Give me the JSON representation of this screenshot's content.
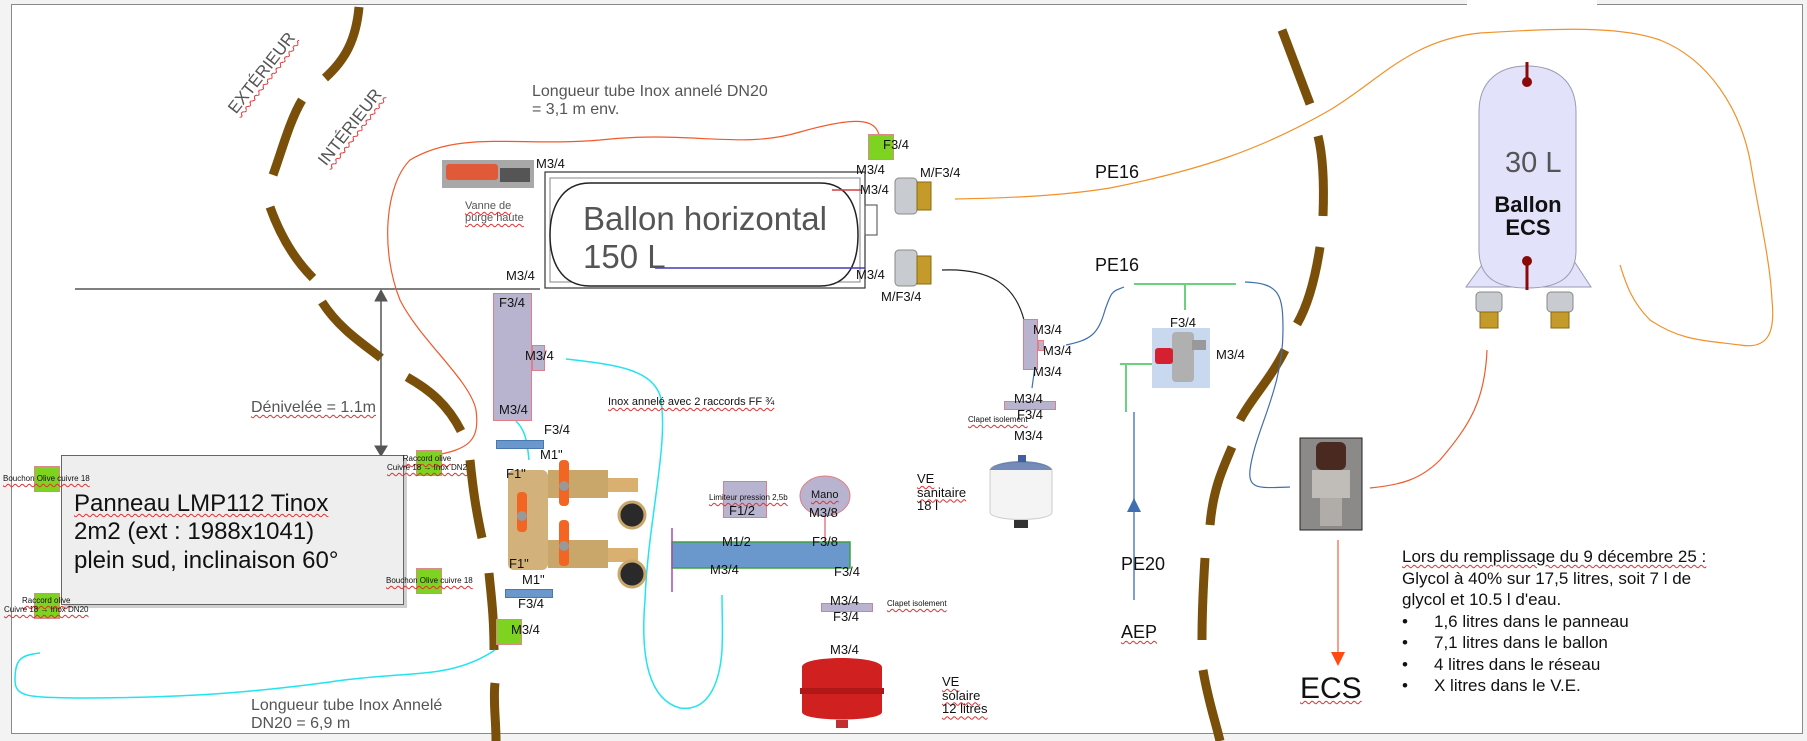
{
  "zones": {
    "exterior": "EXTÉRIEUR",
    "interior": "INTÉRIEUR"
  },
  "annotations": {
    "tube_top_line1": "Longueur tube Inox annelé DN20",
    "tube_top_line2": "= 3,1 m env.",
    "tube_bottom_line1": "Longueur tube Inox Annelé",
    "tube_bottom_line2": "DN20  = 6,9 m",
    "denivelee": "Dénivelée = 1.1m",
    "inox_raccords": "Inox annelé avec 2 raccords FF ¾",
    "vanne_line1": "Vanne de",
    "vanne_line2": "purge haute"
  },
  "panel": {
    "line1": "Panneau LMP112 Tinox",
    "line2": "2m2 (ext : 1988x1041)",
    "line3": "plein sud, inclinaison 60°",
    "bouchon_left": "Bouchon Olive cuivre 18",
    "raccord_left_line1": "Raccord olive",
    "raccord_left_line2": "Cuivre 18 → Inox DN20",
    "raccord_right_line1": "Raccord olive",
    "raccord_right_line2": "Cuivre 18 → Inox DN2",
    "bouchon_right": "Bouchon Olive cuivre 18"
  },
  "ballon_horizontal": {
    "line1": "Ballon horizontal",
    "line2": "150 L",
    "f34_top": "F3/4",
    "m34_topleft": "M3/4",
    "m34_right1": "M3/4",
    "m34_right2": "M3/4",
    "m34_bottomleft": "M3/4",
    "m34_bottomright": "M3/4",
    "mf34_top": "M/F3/4",
    "mf34_bottom": "M/F3/4"
  },
  "pipes": {
    "pe16_top": "PE16",
    "pe16_bottom": "PE16",
    "pe20": "PE20",
    "aep": "AEP",
    "ecs": "ECS"
  },
  "fittings": {
    "purge_f34": "F3/4",
    "purge_m34_side": "M3/4",
    "purge_m34_bottom": "M3/4",
    "manifold_f34": "F3/4",
    "manifold_m1_top": "M1\"",
    "manifold_f1_top": "F1\"",
    "manifold_f1_bottom": "F1\"",
    "manifold_m1_bottom": "M1\"",
    "manifold_f34_bottom": "F3/4",
    "manifold_m34_green": "M3/4",
    "limiteur_label": "Limiteur pression 2,5b",
    "limiteur_f12": "F1/2",
    "mano_label": "Mano",
    "mano_m38": "M3/8",
    "bar_m12": "M1/2",
    "bar_f38": "F3/8",
    "bar_m34": "M3/4",
    "bar_f34": "F3/4",
    "clapet_solaire_m34": "M3/4",
    "clapet_solaire_f34": "F3/4",
    "clapet_solaire_label": "Clapet isolement",
    "ve_solaire_m34": "M3/4",
    "ve_solaire_line1": "VE",
    "ve_solaire_line2": "solaire",
    "ve_solaire_line3": "12 litres",
    "ve_sanitaire_line1": "VE",
    "ve_sanitaire_line2": "sanitaire",
    "ve_sanitaire_line3": "18 l",
    "tee_m34_a": "M3/4",
    "tee_m34_b": "M3/4",
    "tee_m34_c": "M3/4",
    "clapet_san_m34": "M3/4",
    "clapet_san_f34": "F3/4",
    "clapet_san_label": "Clapet isolement",
    "ve_san_m34": "M3/4",
    "groupe_secu_f34": "F3/4",
    "groupe_secu_m34": "M3/4"
  },
  "ballon_ecs": {
    "volume": "30 L",
    "line1": "Ballon",
    "line2": "ECS"
  },
  "notes": {
    "line1": "Lors du remplissage du 9 décembre 25 :",
    "line2": "Glycol à 40% sur 17,5 litres, soit 7 l de",
    "line3": "glycol et 10.5 l d'eau.",
    "items": [
      "1,6 litres dans le panneau",
      "7,1 litres dans le ballon",
      "4 litres dans le réseau",
      "X litres dans le V.E."
    ]
  },
  "colors": {
    "wall": "#7a4f0a",
    "fitting_green": "#7ed321",
    "fitting_lavender": "#b8b4cf",
    "tube_cyan": "#22e4ee",
    "tube_orange": "#f08a24",
    "tube_red": "#f05a2a",
    "pipe_blue": "#3f6fb0",
    "pipe_green": "#6cd17c",
    "ballon_ecs_fill": "#e2e2fa"
  }
}
